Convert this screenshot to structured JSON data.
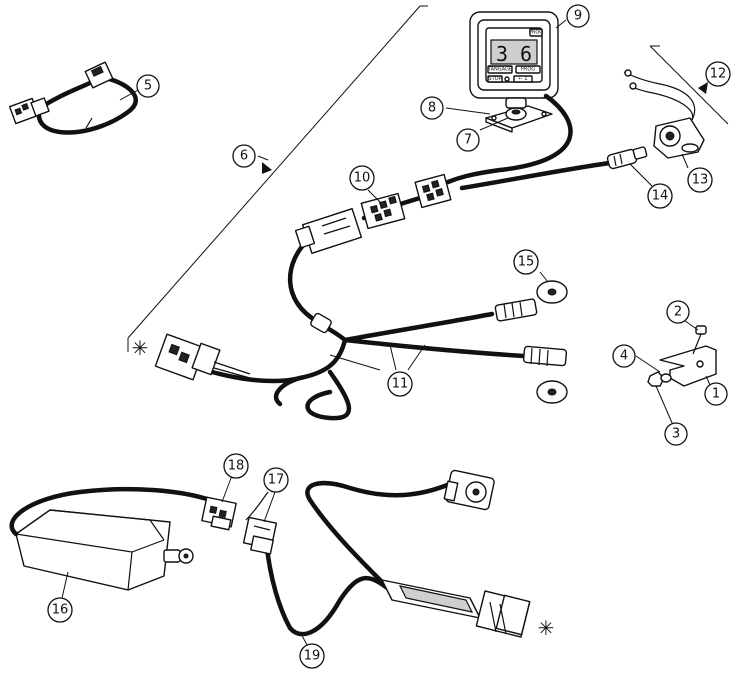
{
  "display": {
    "reading": "3 6",
    "buttons": {
      "top": "PROG",
      "left": "TANGAGE",
      "right": "PROG",
      "stop": "STOP",
      "enter": "← 1"
    }
  },
  "markers": {
    "asterisk": "✳"
  },
  "callouts": [
    {
      "id": "c1",
      "label": "1"
    },
    {
      "id": "c2",
      "label": "2"
    },
    {
      "id": "c3",
      "label": "3"
    },
    {
      "id": "c4",
      "label": "4"
    },
    {
      "id": "c5",
      "label": "5"
    },
    {
      "id": "c6",
      "label": "6"
    },
    {
      "id": "c7",
      "label": "7"
    },
    {
      "id": "c8",
      "label": "8"
    },
    {
      "id": "c9",
      "label": "9"
    },
    {
      "id": "c10",
      "label": "10"
    },
    {
      "id": "c11",
      "label": "11"
    },
    {
      "id": "c12",
      "label": "12"
    },
    {
      "id": "c13",
      "label": "13"
    },
    {
      "id": "c14",
      "label": "14"
    },
    {
      "id": "c15",
      "label": "15"
    },
    {
      "id": "c16",
      "label": "16"
    },
    {
      "id": "c17",
      "label": "17"
    },
    {
      "id": "c18",
      "label": "18"
    },
    {
      "id": "c19",
      "label": "19"
    }
  ]
}
